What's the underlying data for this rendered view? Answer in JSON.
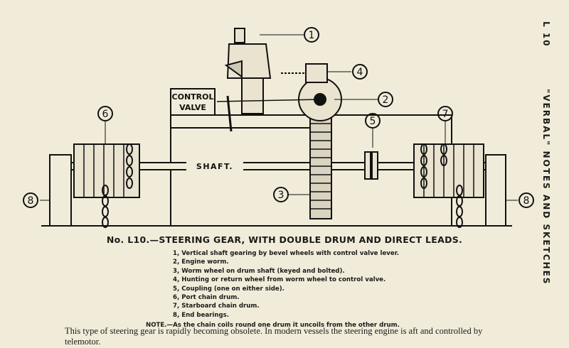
{
  "page": {
    "code": "L 10",
    "header": "\"VERBAL\" NOTES AND SKETCHES"
  },
  "diagram": {
    "control_valve_line1": "CONTROL",
    "control_valve_line2": "VALVE",
    "shaft_label": "SHAFT.",
    "callouts": [
      "1",
      "2",
      "3",
      "4",
      "5",
      "6",
      "7",
      "8",
      "8"
    ]
  },
  "caption": "No. L10.—STEERING GEAR, WITH DOUBLE DRUM AND DIRECT LEADS.",
  "legend": [
    "1, Vertical shaft gearing by bevel wheels with control valve lever.",
    "2, Engine worm.",
    "3, Worm wheel on drum shaft (keyed and bolted).",
    "4, Hunting or return wheel from worm wheel to control valve.",
    "5, Coupling (one on either side).",
    "6, Port chain drum.",
    "7, Starboard chain drum.",
    "8, End bearings."
  ],
  "note": "NOTE.—As the chain coils round one drum it uncoils from the other drum.",
  "body_text": "This type of steering gear is rapidly becoming obsolete.  In modern vessels the steering engine is aft and controlled by telemotor."
}
